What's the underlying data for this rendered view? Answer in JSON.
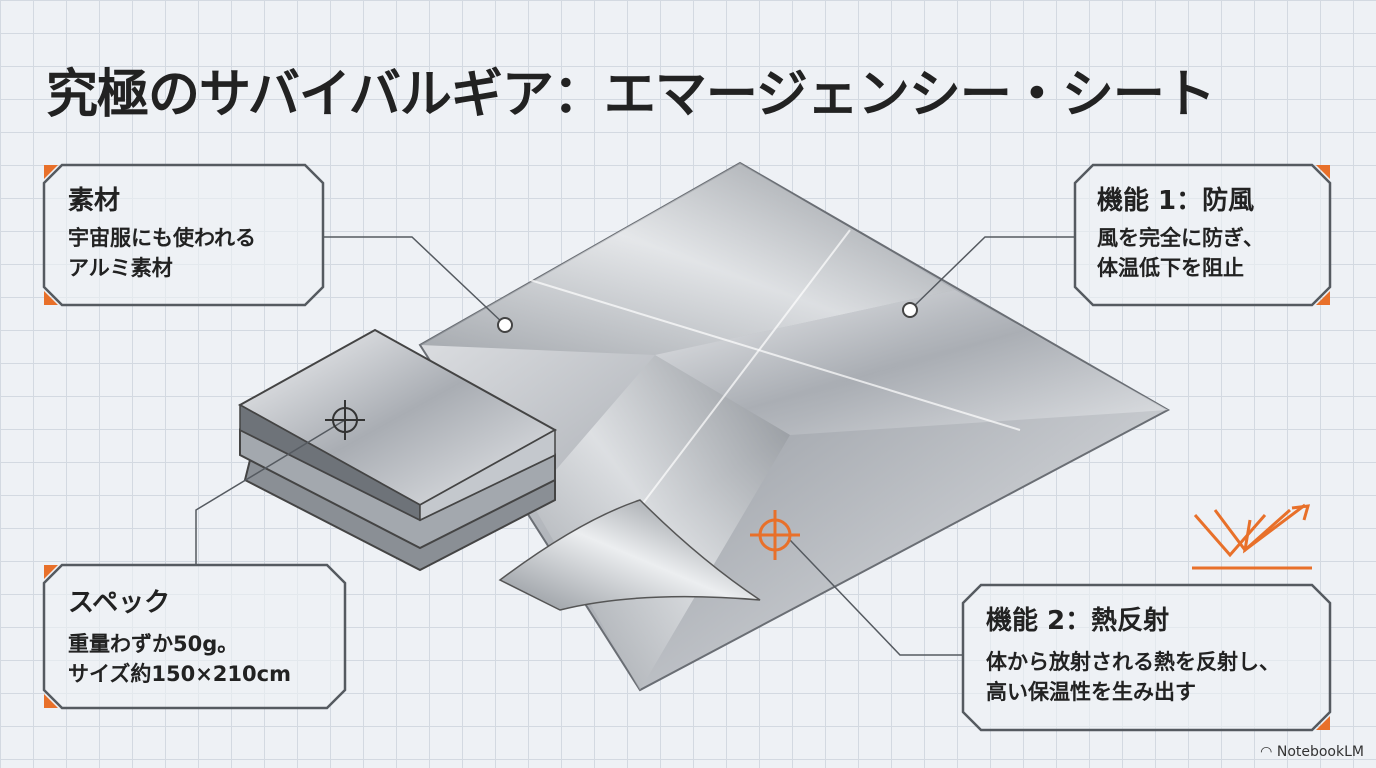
{
  "title": "究極のサバイバルギア：エマージェンシー・シート",
  "callouts": {
    "material": {
      "heading": "素材",
      "lines": [
        "宇宙服にも使われる",
        "アルミ素材"
      ]
    },
    "function1": {
      "heading": "機能 1：防風",
      "lines": [
        "風を完全に防ぎ、",
        "体温低下を阻止"
      ]
    },
    "spec": {
      "heading": "スペック",
      "lines": [
        "重量わずか50g。",
        "サイズ約150×210cm"
      ]
    },
    "function2": {
      "heading": "機能 2：熱反射",
      "lines": [
        "体から放射される熱を反射し、",
        "高い保温性を生み出す"
      ]
    }
  },
  "brand": "NotebookLM",
  "colors": {
    "accent": "#e8702a",
    "outline": "#555a60",
    "background": "#eef1f5"
  }
}
